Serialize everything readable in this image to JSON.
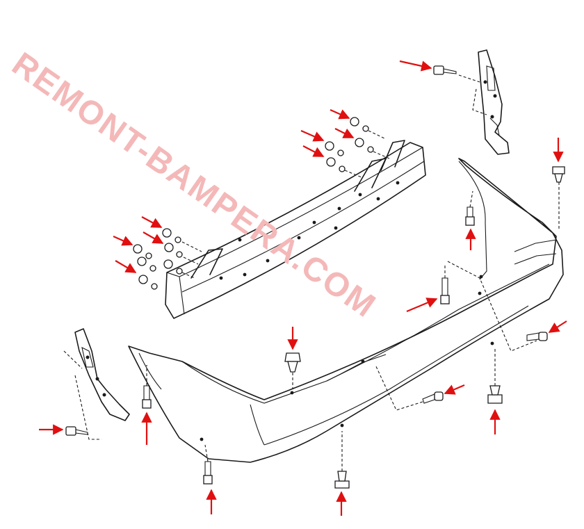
{
  "watermark": {
    "text": "REMONT-BAMPERA.COM",
    "color": "#f4b8b8"
  },
  "colors": {
    "arrow": "#e01010",
    "line": "#1a1a1a",
    "background": "#ffffff"
  },
  "parts": [
    "bumper-cover",
    "bumper-reinforcement-beam",
    "left-side-bracket",
    "right-side-bracket",
    "nuts",
    "bolts",
    "plastic-clips",
    "screws"
  ],
  "arrow_count": 20
}
